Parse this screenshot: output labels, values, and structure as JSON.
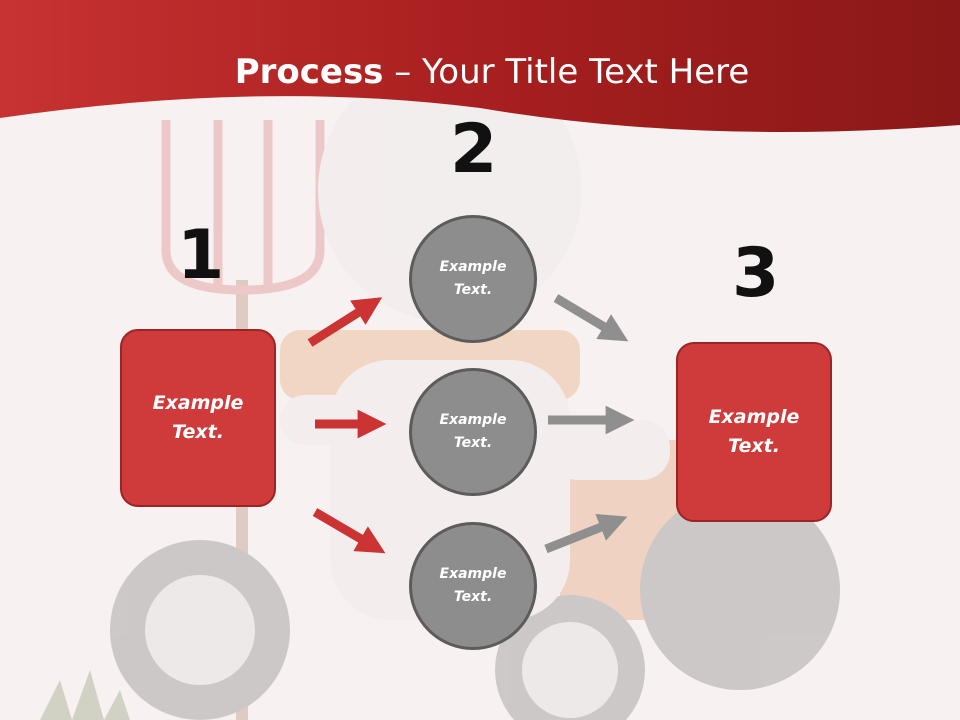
{
  "title": {
    "bold": "Process",
    "rest": " – Your Title Text Here"
  },
  "steps": {
    "s1": {
      "number": "1",
      "text": "Example Text."
    },
    "s2": {
      "number": "2"
    },
    "s3": {
      "number": "3",
      "text": "Example Text."
    }
  },
  "circles": [
    {
      "text": "Example Text."
    },
    {
      "text": "Example Text."
    },
    {
      "text": "Example Text."
    }
  ],
  "colors": {
    "header": "#b52a2a",
    "box": "#cf3a3a",
    "circle": "#8d8d8d",
    "red_arrow": "#cc3333",
    "gray_arrow": "#8f8f8f"
  }
}
